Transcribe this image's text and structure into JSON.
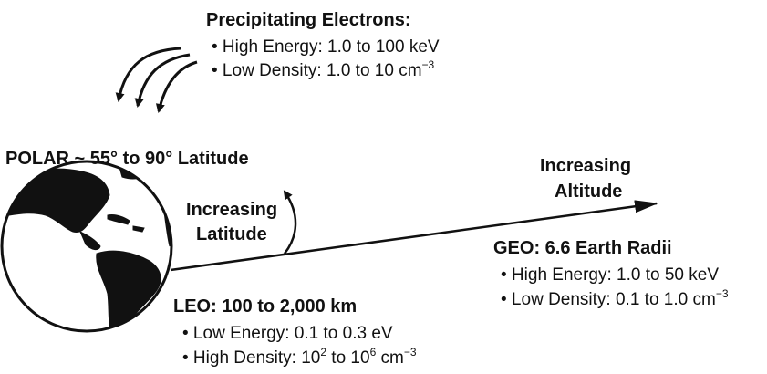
{
  "precipitating": {
    "title": "Precipitating Electrons:",
    "bullet1": {
      "text": "• High Energy: 1.0 to 100 keV"
    },
    "bullet2": {
      "text": "• Low Density: 1.0 to 10 cm",
      "exp": "−3"
    }
  },
  "polar": {
    "title": "POLAR ~ 55° to 90° Latitude"
  },
  "increasing_latitude": {
    "line1": "Increasing",
    "line2": "Latitude"
  },
  "increasing_altitude": {
    "line1": "Increasing",
    "line2": "Altitude"
  },
  "geo": {
    "title": "GEO: 6.6 Earth Radii",
    "bullet1": {
      "text": "• High Energy: 1.0 to 50 keV"
    },
    "bullet2": {
      "text": "• Low Density: 0.1 to 1.0 cm",
      "exp": "−3"
    }
  },
  "leo": {
    "title": "LEO: 100 to 2,000 km",
    "bullet1": {
      "text": "• Low Energy: 0.1 to 0.3 eV"
    },
    "bullet2": {
      "pre": "• High Density: 10",
      "exp1": "2",
      "mid": " to 10",
      "exp2": "6",
      "post": " cm",
      "exp3": "−3"
    }
  },
  "colors": {
    "ink": "#111111",
    "ocean": "#ffffff",
    "land": "#111111"
  }
}
